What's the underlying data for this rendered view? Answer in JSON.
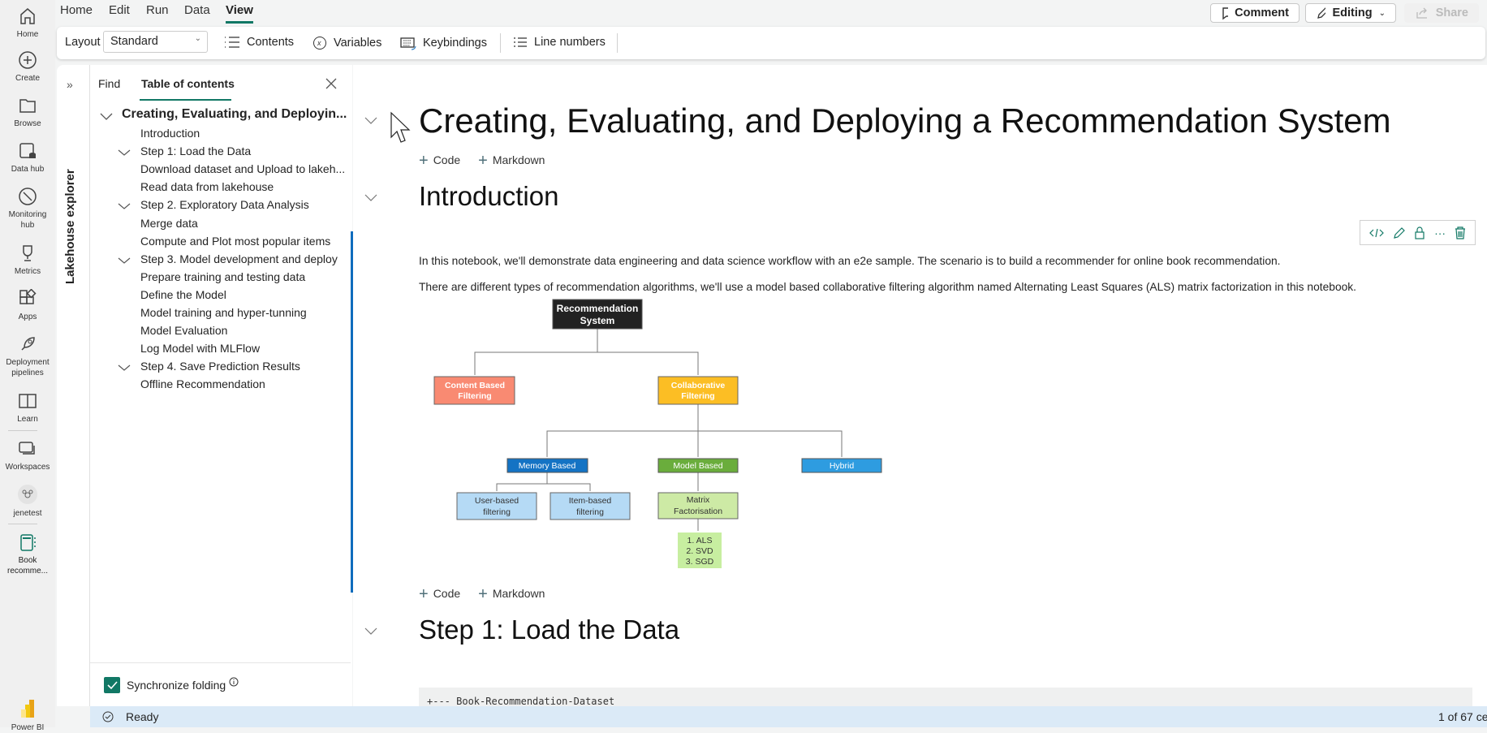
{
  "rail": {
    "items": [
      {
        "label": "Home",
        "icon": "home-icon"
      },
      {
        "label": "Create",
        "icon": "plus-circle-icon"
      },
      {
        "label": "Browse",
        "icon": "folder-icon"
      },
      {
        "label": "Data hub",
        "icon": "data-hub-icon"
      },
      {
        "label": "Monitoring hub",
        "icon": "monitoring-icon"
      },
      {
        "label": "Metrics",
        "icon": "trophy-icon"
      },
      {
        "label": "Apps",
        "icon": "apps-icon"
      },
      {
        "label": "Deployment pipelines",
        "icon": "rocket-icon"
      },
      {
        "label": "Learn",
        "icon": "book-icon"
      },
      {
        "label": "Workspaces",
        "icon": "workspaces-icon"
      },
      {
        "label": "jenetest",
        "icon": "workspace-avatar-icon"
      },
      {
        "label": "Book recomme...",
        "icon": "notebook-icon"
      },
      {
        "label": "Power BI",
        "icon": "power-bi-logo"
      }
    ]
  },
  "menu": {
    "items": [
      "Home",
      "Edit",
      "Run",
      "Data",
      "View"
    ],
    "active": "View"
  },
  "header": {
    "comment": "Comment",
    "editing": "Editing",
    "share": "Share"
  },
  "toolbar": {
    "layout_label": "Layout",
    "layout_value": "Standard",
    "contents": "Contents",
    "variables": "Variables",
    "keybindings": "Keybindings",
    "line_numbers": "Line numbers"
  },
  "panel": {
    "vertical_title": "Lakehouse explorer",
    "tabs": [
      "Find",
      "Table of contents"
    ],
    "active_tab": "Table of contents",
    "toc_title": "Creating, Evaluating, and Deployin...",
    "toc": [
      {
        "label": "Introduction",
        "chevron": false
      },
      {
        "label": "Step 1: Load the Data",
        "chevron": true
      },
      {
        "label": "Download dataset and Upload to lakeh...",
        "chevron": false
      },
      {
        "label": "Read data from lakehouse",
        "chevron": false
      },
      {
        "label": "Step 2. Exploratory Data Analysis",
        "chevron": true
      },
      {
        "label": "Merge data",
        "chevron": false
      },
      {
        "label": "Compute and Plot most popular items",
        "chevron": false
      },
      {
        "label": "Step 3. Model development and deploy",
        "chevron": true
      },
      {
        "label": "Prepare training and testing data",
        "chevron": false
      },
      {
        "label": "Define the Model",
        "chevron": false
      },
      {
        "label": "Model training and hyper-tunning",
        "chevron": false
      },
      {
        "label": "Model Evaluation",
        "chevron": false
      },
      {
        "label": "Log Model with MLFlow",
        "chevron": false
      },
      {
        "label": "Step 4. Save Prediction Results",
        "chevron": true
      },
      {
        "label": "Offline Recommendation",
        "chevron": false
      }
    ],
    "sync_folding": "Synchronize folding",
    "sync_checked": true
  },
  "notebook": {
    "title": "Creating, Evaluating, and Deploying a Recommendation System",
    "add_code": "Code",
    "add_markdown": "Markdown",
    "intro_heading": "Introduction",
    "para1": "In this notebook, we'll demonstrate data engineering and data science workflow with an e2e sample. The scenario is to build a recommender for online book recommendation.",
    "para2": "There are different types of recommendation algorithms, we'll use a model based collaborative filtering algorithm named Alternating Least Squares (ALS) matrix factorization in this notebook.",
    "diagram": {
      "root": [
        "Recommendation",
        "System"
      ],
      "content": [
        "Content Based",
        "Filtering"
      ],
      "collab": [
        "Collaborative",
        "Filtering"
      ],
      "memory": "Memory Based",
      "model": "Model Based",
      "hybrid": "Hybrid",
      "user": [
        "User-based",
        "filtering"
      ],
      "item": [
        "Item-based",
        "filtering"
      ],
      "matrix": [
        "Matrix",
        "Factorisation"
      ],
      "algos": [
        "1. ALS",
        "2. SVD",
        "3. SGD"
      ]
    },
    "step1_heading": "Step 1: Load the Data",
    "code_line": "+--- Book-Recommendation-Dataset"
  },
  "status": {
    "state": "Ready",
    "cells": "1 of 67 ce"
  },
  "colors": {
    "accent": "#117865",
    "scroll": "#0f6cbd",
    "status_bg": "#dbeaf7"
  }
}
